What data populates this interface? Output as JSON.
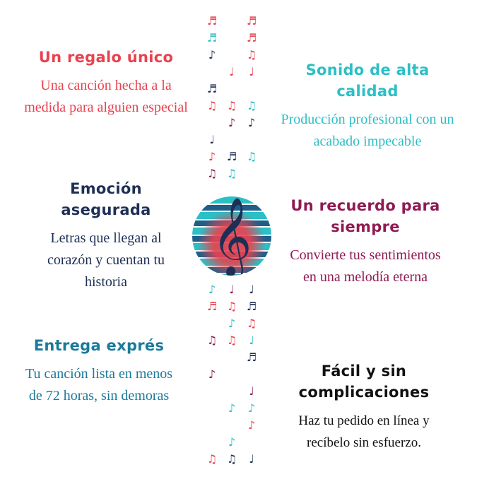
{
  "colors": {
    "red": "#e8424f",
    "teal": "#2bbfc6",
    "navy": "#1e2f55",
    "maroon": "#8e1b52",
    "blue": "#1b7a9b",
    "black": "#111111"
  },
  "blocks": [
    {
      "title": "Un regalo único",
      "desc": "Una canción hecha a la medida para alguien especial"
    },
    {
      "title": "Sonido de alta calidad",
      "desc": "Producción profesional con un acabado impecable"
    },
    {
      "title": "Emoción asegurada",
      "desc": "Letras que llegan al corazón y cuentan tu historia"
    },
    {
      "title": "Un recuerdo para siempre",
      "desc": "Convierte tus sentimientos en una melodía eterna"
    },
    {
      "title": "Entrega exprés",
      "desc": "Tu canción lista en menos de 72 horas, sin demoras"
    },
    {
      "title": "Fácil y sin complicaciones",
      "desc": "Haz tu pedido en línea y recíbelo sin esfuerzo."
    }
  ],
  "clef_glyph": "𝄞",
  "notes": [
    "♪",
    "♫",
    "♬",
    "♩",
    "𝄞"
  ]
}
